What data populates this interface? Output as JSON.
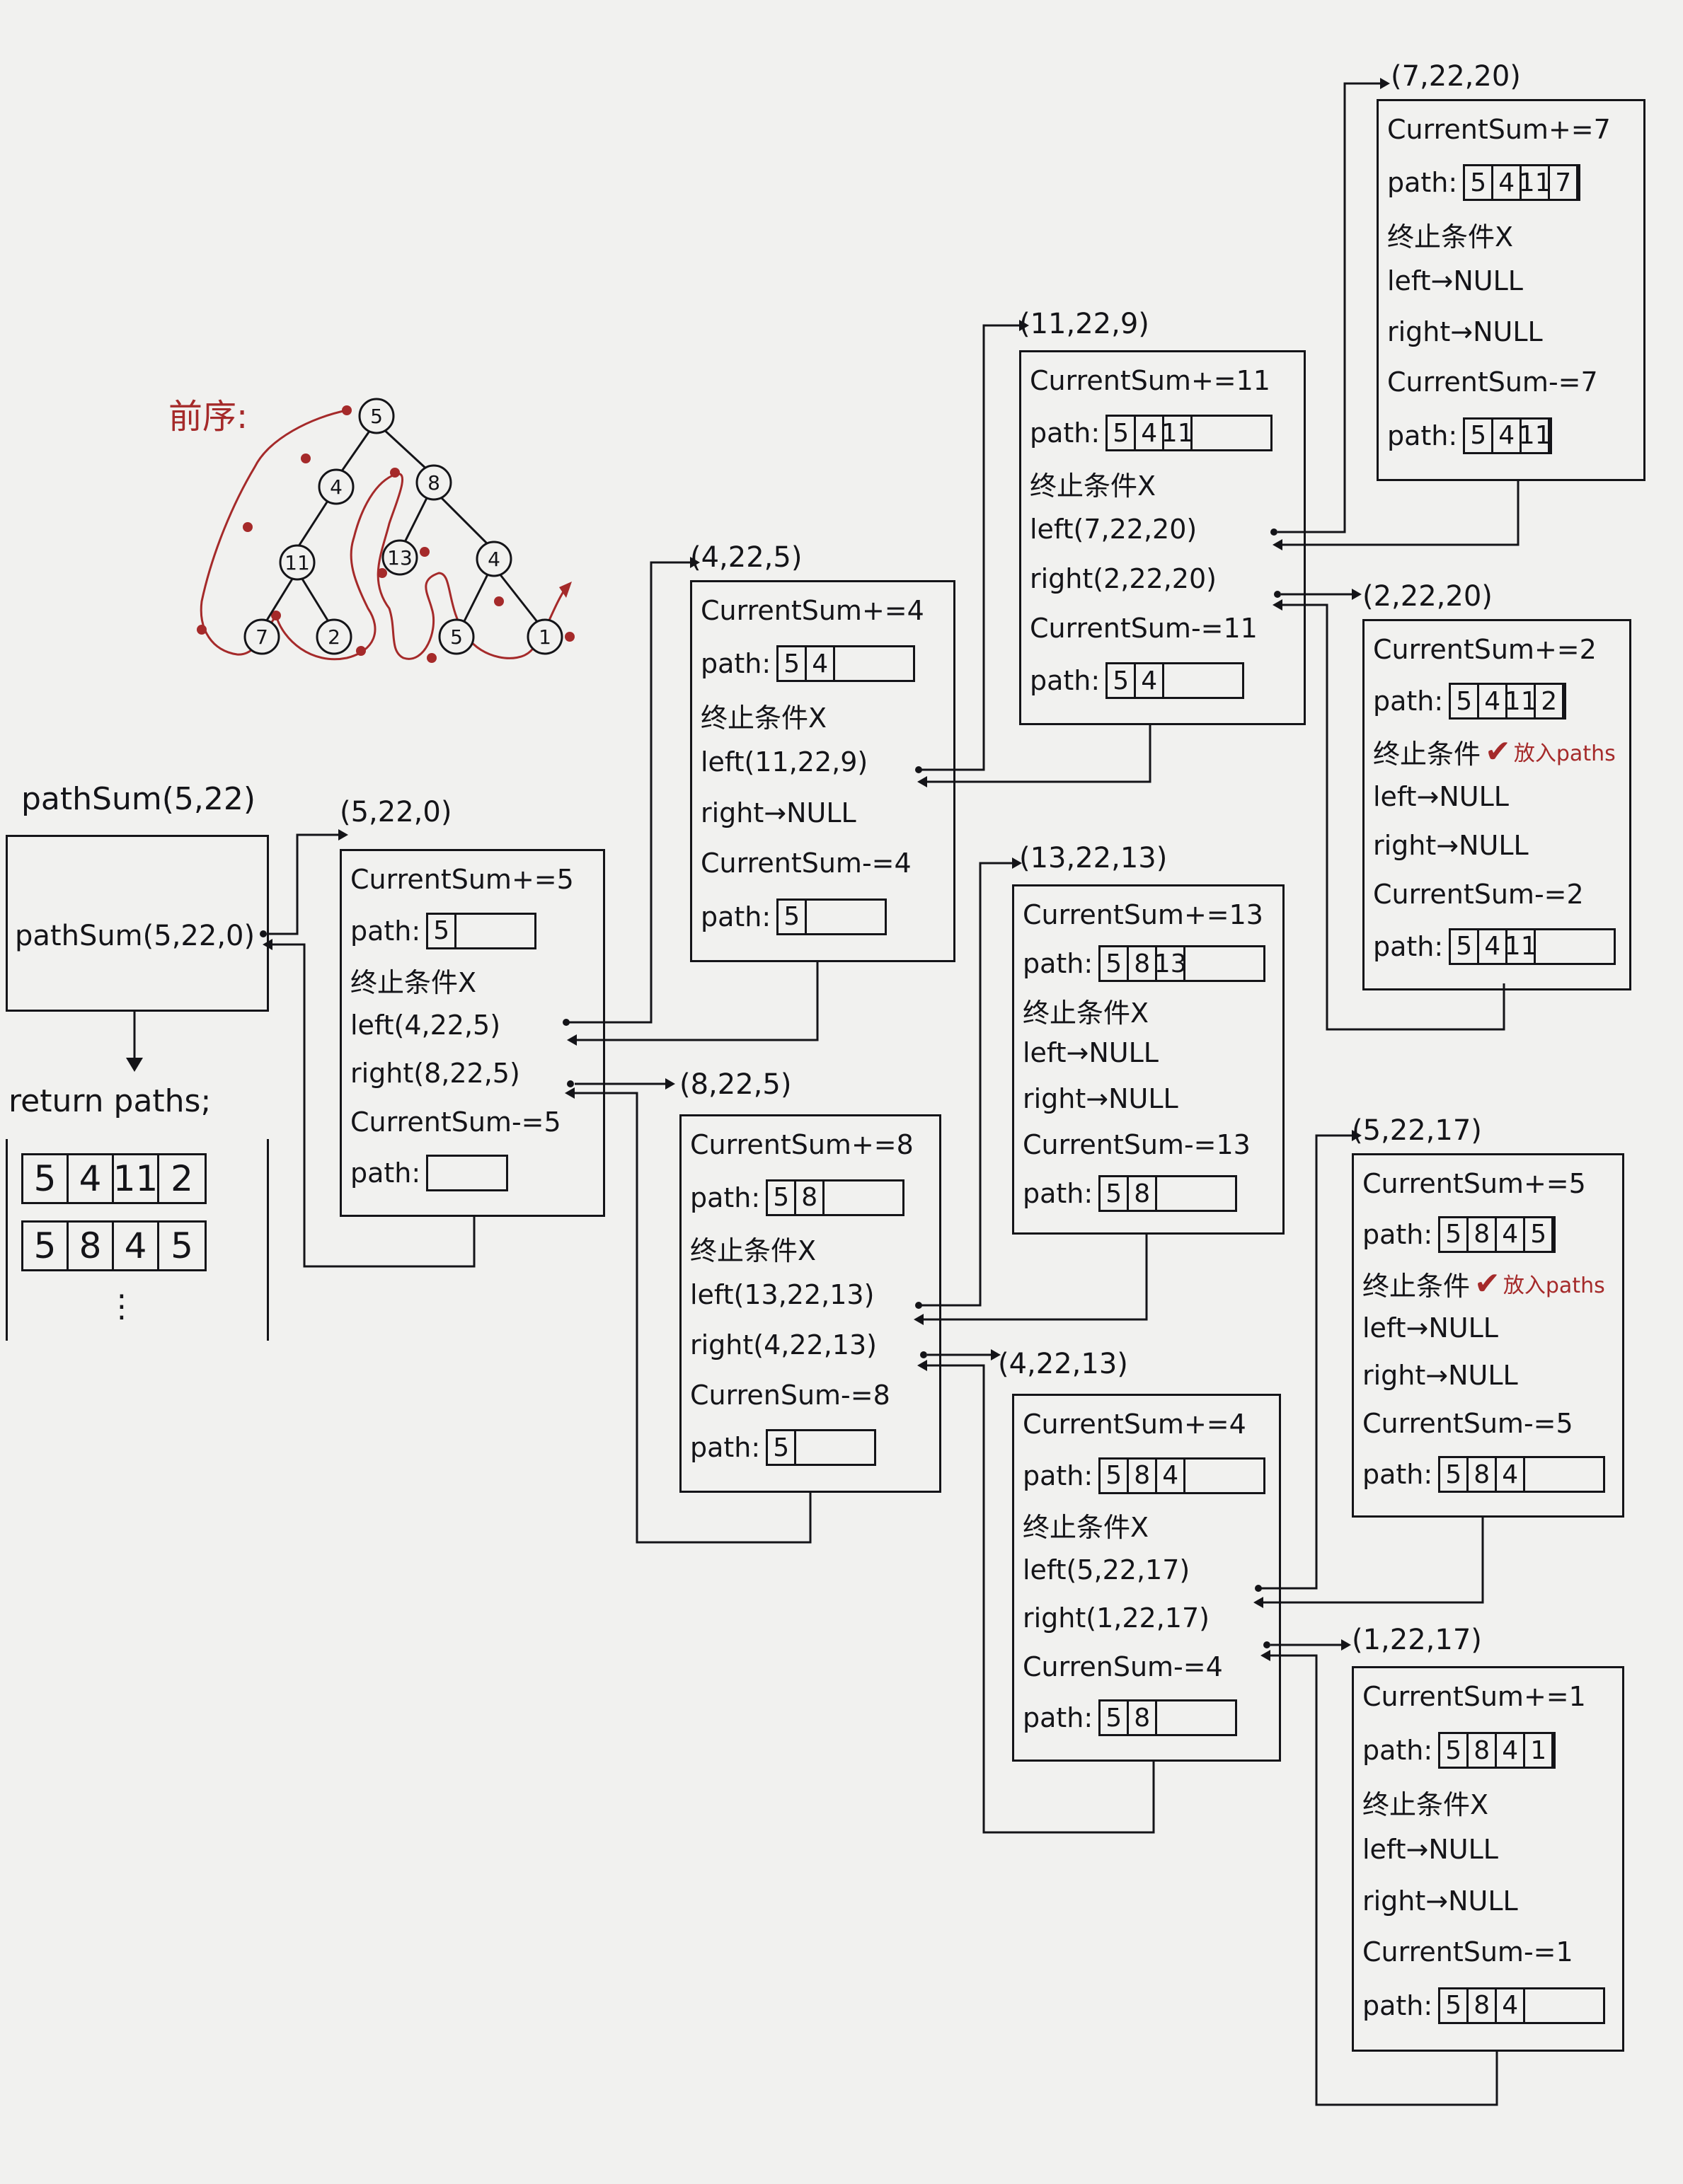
{
  "tree": {
    "label": "前序:",
    "nodes": [
      {
        "id": "n5",
        "value": "5"
      },
      {
        "id": "n4",
        "value": "4"
      },
      {
        "id": "n8",
        "value": "8"
      },
      {
        "id": "n11",
        "value": "11"
      },
      {
        "id": "n13",
        "value": "13"
      },
      {
        "id": "n4b",
        "value": "4"
      },
      {
        "id": "n7",
        "value": "7"
      },
      {
        "id": "n2",
        "value": "2"
      },
      {
        "id": "n5b",
        "value": "5"
      },
      {
        "id": "n1",
        "value": "1"
      }
    ]
  },
  "caller": {
    "title": "pathSum(5,22)",
    "call": "pathSum(5,22,0)",
    "return_label": "return paths;",
    "paths": [
      [
        "5",
        "4",
        "11",
        "2"
      ],
      [
        "5",
        "8",
        "4",
        "5"
      ]
    ],
    "more": "⋮"
  },
  "frames": [
    {
      "id": "f0",
      "label": "(5,22,0)",
      "lines": [
        {
          "text": "CurrentSum+=5"
        },
        {
          "text": "path:",
          "cells": [
            "5",
            ""
          ]
        },
        {
          "text": "终止条件X"
        },
        {
          "text": "left(4,22,5)"
        },
        {
          "text": "right(8,22,5)"
        },
        {
          "text": "CurrentSum-=5"
        },
        {
          "text": "path:",
          "cells": [
            ""
          ]
        }
      ]
    },
    {
      "id": "f1",
      "label": "(4,22,5)",
      "lines": [
        {
          "text": "CurrentSum+=4"
        },
        {
          "text": "path:",
          "cells": [
            "5",
            "4",
            ""
          ]
        },
        {
          "text": "终止条件X"
        },
        {
          "text": "left(11,22,9)"
        },
        {
          "text": "right→NULL"
        },
        {
          "text": "CurrentSum-=4"
        },
        {
          "text": "path:",
          "cells": [
            "5",
            ""
          ]
        }
      ]
    },
    {
      "id": "f2",
      "label": "(11,22,9)",
      "lines": [
        {
          "text": "CurrentSum+=11"
        },
        {
          "text": "path:",
          "cells": [
            "5",
            "4",
            "11",
            ""
          ]
        },
        {
          "text": "终止条件X"
        },
        {
          "text": "left(7,22,20)"
        },
        {
          "text": "right(2,22,20)"
        },
        {
          "text": "CurrentSum-=11"
        },
        {
          "text": "path:",
          "cells": [
            "5",
            "4",
            ""
          ]
        }
      ]
    },
    {
      "id": "f3",
      "label": "(7,22,20)",
      "lines": [
        {
          "text": "CurrentSum+=7"
        },
        {
          "text": "path:",
          "cells": [
            "5",
            "4",
            "11",
            "7"
          ]
        },
        {
          "text": "终止条件X"
        },
        {
          "text": "left→NULL"
        },
        {
          "text": "right→NULL"
        },
        {
          "text": "CurrentSum-=7"
        },
        {
          "text": "path:",
          "cells": [
            "5",
            "4",
            "11"
          ]
        }
      ]
    },
    {
      "id": "f4",
      "label": "(2,22,20)",
      "lines": [
        {
          "text": "CurrentSum+=2"
        },
        {
          "text": "path:",
          "cells": [
            "5",
            "4",
            "11",
            "2"
          ]
        },
        {
          "text": "终止条件",
          "check": "✔",
          "note": "放入paths"
        },
        {
          "text": "left→NULL"
        },
        {
          "text": "right→NULL"
        },
        {
          "text": "CurrentSum-=2"
        },
        {
          "text": "path:",
          "cells": [
            "5",
            "4",
            "11",
            ""
          ]
        }
      ]
    },
    {
      "id": "f5",
      "label": "(8,22,5)",
      "lines": [
        {
          "text": "CurrentSum+=8"
        },
        {
          "text": "path:",
          "cells": [
            "5",
            "8",
            ""
          ]
        },
        {
          "text": "终止条件X"
        },
        {
          "text": "left(13,22,13)"
        },
        {
          "text": "right(4,22,13)"
        },
        {
          "text": "CurrenSum-=8"
        },
        {
          "text": "path:",
          "cells": [
            "5",
            ""
          ]
        }
      ]
    },
    {
      "id": "f6",
      "label": "(13,22,13)",
      "lines": [
        {
          "text": "CurrentSum+=13"
        },
        {
          "text": "path:",
          "cells": [
            "5",
            "8",
            "13",
            ""
          ]
        },
        {
          "text": "终止条件X"
        },
        {
          "text": "left→NULL"
        },
        {
          "text": "right→NULL"
        },
        {
          "text": "CurrentSum-=13"
        },
        {
          "text": "path:",
          "cells": [
            "5",
            "8",
            ""
          ]
        }
      ]
    },
    {
      "id": "f7",
      "label": "(4,22,13)",
      "lines": [
        {
          "text": "CurrentSum+=4"
        },
        {
          "text": "path:",
          "cells": [
            "5",
            "8",
            "4",
            ""
          ]
        },
        {
          "text": "终止条件X"
        },
        {
          "text": "left(5,22,17)"
        },
        {
          "text": "right(1,22,17)"
        },
        {
          "text": "CurrenSum-=4"
        },
        {
          "text": "path:",
          "cells": [
            "5",
            "8",
            ""
          ]
        }
      ]
    },
    {
      "id": "f8",
      "label": "(5,22,17)",
      "lines": [
        {
          "text": "CurrentSum+=5"
        },
        {
          "text": "path:",
          "cells": [
            "5",
            "8",
            "4",
            "5"
          ]
        },
        {
          "text": "终止条件",
          "check": "✔",
          "note": "放入paths"
        },
        {
          "text": "left→NULL"
        },
        {
          "text": "right→NULL"
        },
        {
          "text": "CurrentSum-=5"
        },
        {
          "text": "path:",
          "cells": [
            "5",
            "8",
            "4",
            ""
          ]
        }
      ]
    },
    {
      "id": "f9",
      "label": "(1,22,17)",
      "lines": [
        {
          "text": "CurrentSum+=1"
        },
        {
          "text": "path:",
          "cells": [
            "5",
            "8",
            "4",
            "1"
          ]
        },
        {
          "text": "终止条件X"
        },
        {
          "text": "left→NULL"
        },
        {
          "text": "right→NULL"
        },
        {
          "text": "CurrentSum-=1"
        },
        {
          "text": "path:",
          "cells": [
            "5",
            "8",
            "4",
            ""
          ]
        }
      ]
    }
  ]
}
